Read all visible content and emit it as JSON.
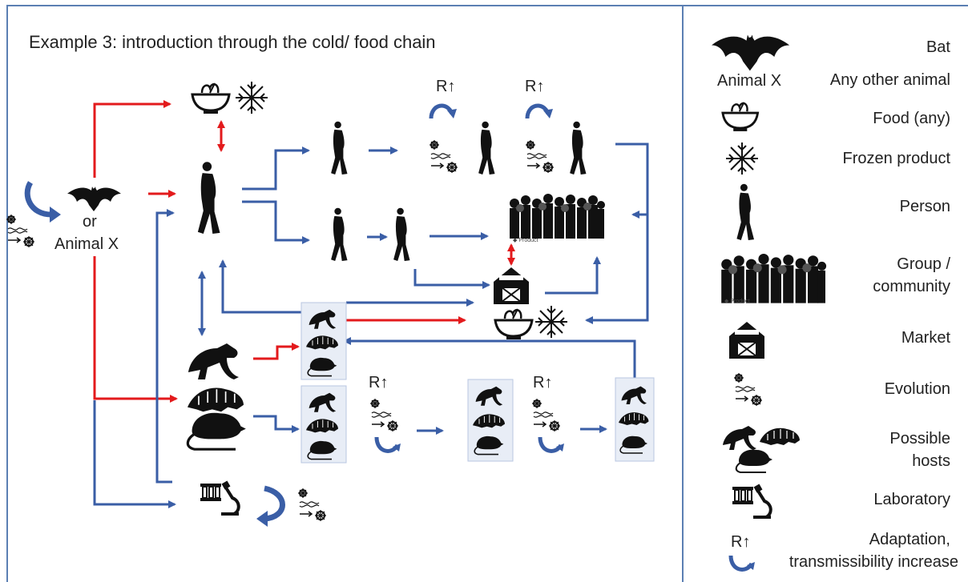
{
  "title": "Example 3: introduction through the cold/ food chain",
  "source_node": {
    "line1": "or",
    "line2": "Animal X"
  },
  "r_up_label": "R↑",
  "product_tag": "Product",
  "legend": {
    "bat": "Bat",
    "animal_x_icon_text": "Animal X",
    "animal_x": "Any other animal",
    "food": "Food (any)",
    "frozen": "Frozen product",
    "person": "Person",
    "group_line1": "Group /",
    "group_line2": "community",
    "market": "Market",
    "evolution": "Evolution",
    "hosts_line1": "Possible",
    "hosts_line2": "hosts",
    "laboratory": "Laboratory",
    "adaptation_line1": "Adaptation,",
    "adaptation_line2": "transmissibility increase"
  },
  "colors": {
    "red_arrow": "#e31a1c",
    "blue_arrow": "#3a5ea6",
    "border": "#5b7fb3"
  }
}
